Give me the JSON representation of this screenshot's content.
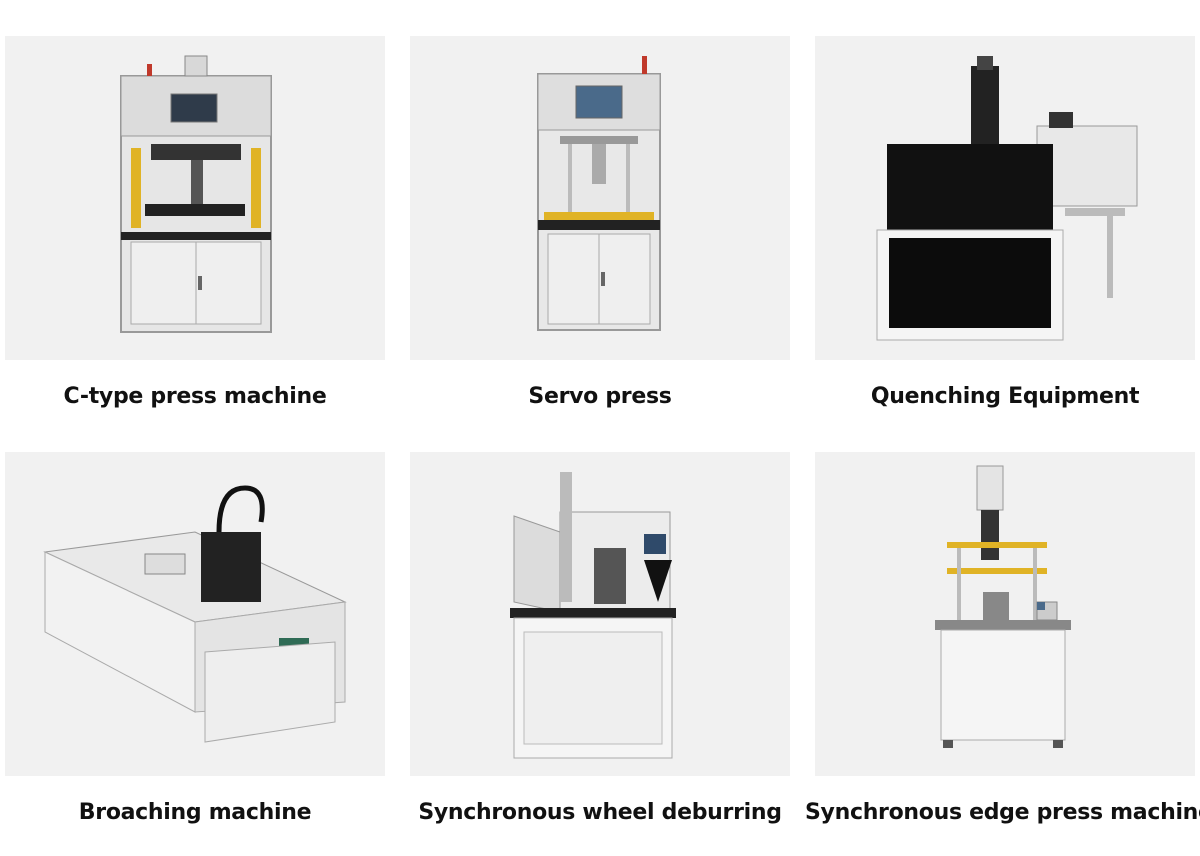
{
  "products": [
    {
      "label": "C-type press machine",
      "image_subject": "c-type-press-machine"
    },
    {
      "label": "Servo press",
      "image_subject": "servo-press"
    },
    {
      "label": "Quenching Equipment",
      "image_subject": "quenching-equipment"
    },
    {
      "label": "Broaching machine",
      "image_subject": "broaching-machine"
    },
    {
      "label": "Synchronous wheel deburring",
      "image_subject": "synchronous-wheel-deburring"
    },
    {
      "label": "Synchronous edge press machine",
      "image_subject": "synchronous-edge-press-machine"
    }
  ]
}
